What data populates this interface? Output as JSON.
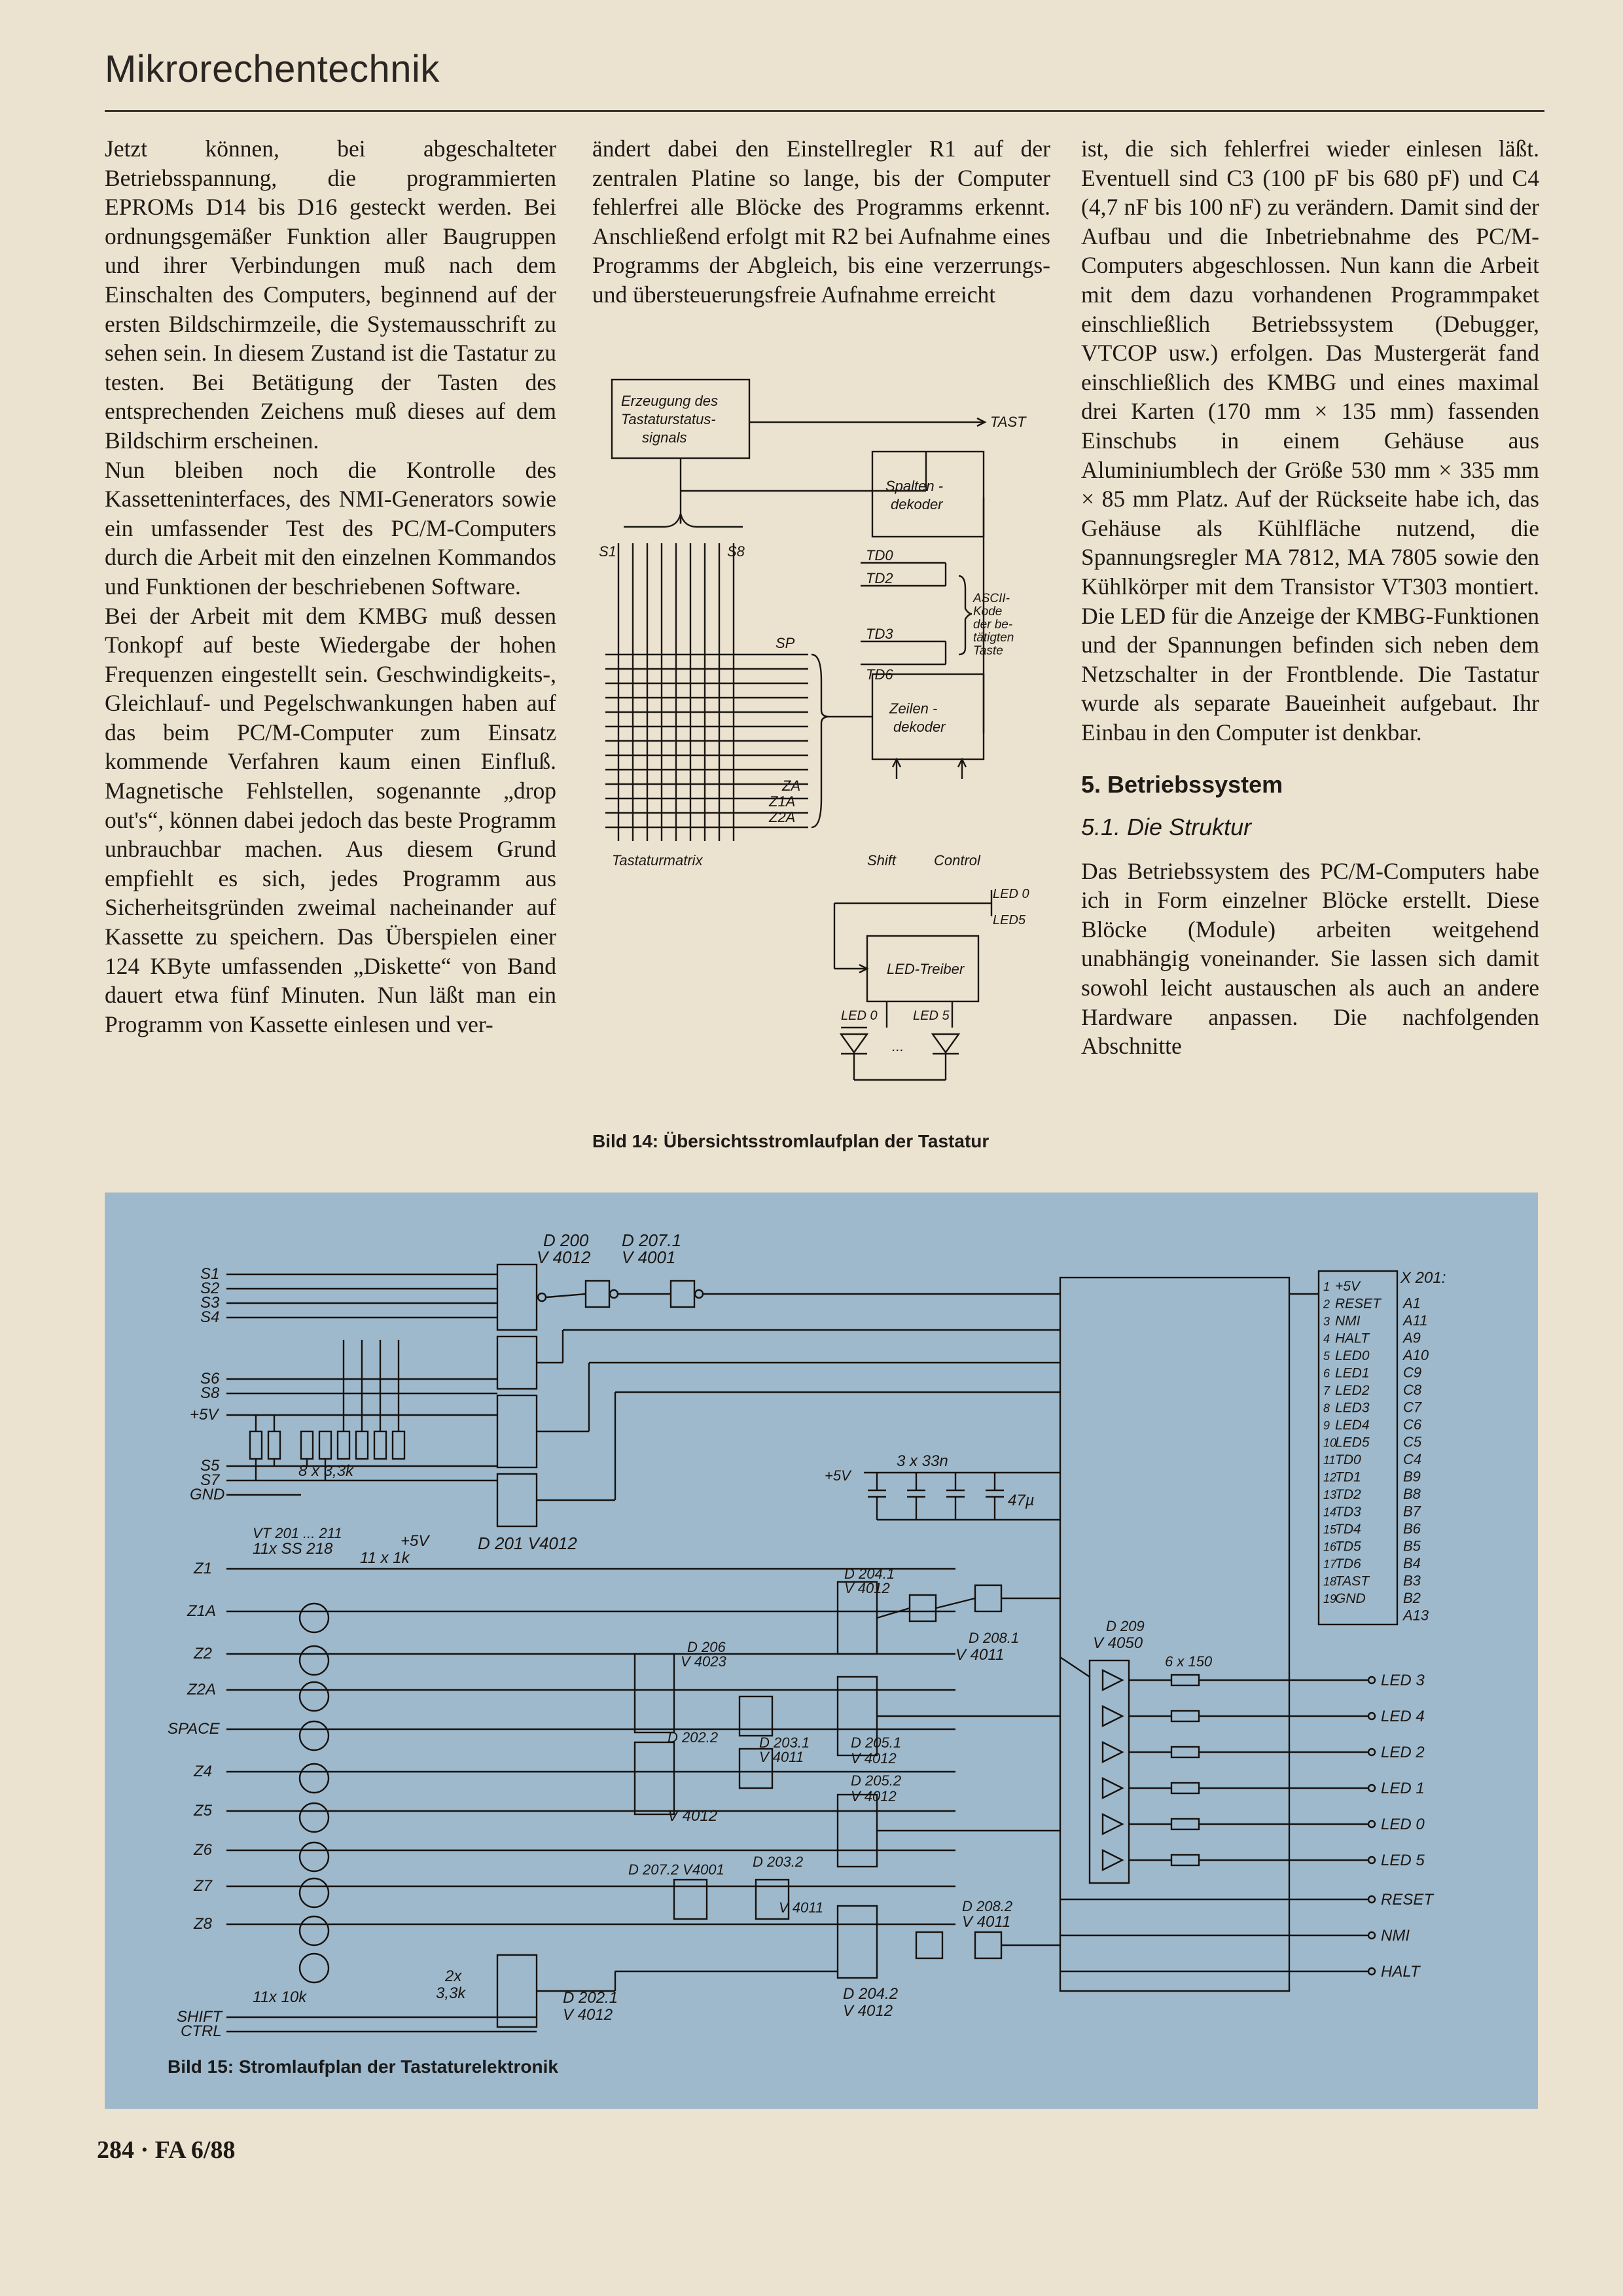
{
  "header": {
    "title": "Mikrorechentechnik"
  },
  "col1": {
    "p1": "Jetzt können, bei abgeschalteter Betriebsspannung, die programmierten EPROMs D14 bis D16 gesteckt werden. Bei ordnungsgemäßer Funktion aller Baugruppen und ihrer Verbindungen muß nach dem Einschalten des Computers, beginnend auf der ersten Bildschirmzeile, die Systemausschrift zu sehen sein. In diesem Zustand ist die Tastatur zu testen. Bei Betätigung der Tasten des entsprechenden Zeichens muß dieses auf dem Bildschirm erscheinen.",
    "p2": "Nun bleiben noch die Kontrolle des Kassetteninterfaces, des NMI-Generators sowie ein umfassender Test des PC/M-Computers durch die Arbeit mit den einzelnen Kommandos und Funktionen der beschriebenen Software.",
    "p3": "Bei der Arbeit mit dem KMBG muß dessen Tonkopf auf beste Wiedergabe der hohen Frequenzen eingestellt sein. Geschwindigkeits-, Gleichlauf- und Pegelschwankungen haben auf das beim PC/M-Computer zum Einsatz kommende Verfahren kaum einen Einfluß. Magnetische Fehlstellen, sogenannte „drop out's“, können dabei jedoch das beste Programm unbrauchbar machen. Aus diesem Grund empfiehlt es sich, jedes Programm aus Sicherheitsgründen zweimal nacheinander auf Kassette zu speichern. Das Überspielen einer 124 KByte umfassenden „Diskette“ von Band dauert etwa fünf Minuten. Nun läßt man ein Programm von Kassette einlesen und ver-"
  },
  "col2": {
    "p1": "ändert dabei den Einstellregler R1 auf der zentralen Platine so lange, bis der Computer fehlerfrei alle Blöcke des Programms erkennt. Anschließend erfolgt mit R2 bei Aufnahme eines Programms der Abgleich, bis eine verzerrungs- und übersteuerungsfreie Aufnahme erreicht"
  },
  "col3": {
    "p1": "ist, die sich fehlerfrei wieder einlesen läßt. Eventuell sind C3 (100 pF bis 680 pF) und C4 (4,7 nF bis 100 nF) zu verändern. Damit sind der Aufbau und die Inbetriebnahme des PC/M-Computers abgeschlossen. Nun kann die Arbeit mit dem dazu vorhandenen Programmpaket einschließlich Betriebssystem (Debugger, VTCOP usw.) erfolgen. Das Mustergerät fand einschließlich des KMBG und eines maximal drei Karten (170 mm × 135 mm) fassenden Einschubs in einem Gehäuse aus Aluminiumblech der Größe 530 mm × 335 mm × 85 mm Platz. Auf der Rückseite habe ich, das Gehäuse als Kühlfläche nutzend, die Spannungsregler MA 7812, MA 7805 sowie den Kühlkörper mit dem Transistor VT303 montiert. Die LED für die Anzeige der KMBG-Funktionen und der Spannungen befinden sich neben dem Netzschalter in der Frontblende. Die Tastatur wurde als separate Baueinheit aufgebaut. Ihr Einbau in den Computer ist denkbar.",
    "h5": "5.    Betriebssystem",
    "h51": "5.1.  Die Struktur",
    "p2": "Das Betriebssystem des PC/M-Computers habe ich in Form einzelner Blöcke erstellt. Diese Blöcke (Module) arbeiten weitgehend unabhängig voneinander. Sie lassen sich damit sowohl leicht austauschen als auch an andere Hardware anpassen. Die nachfolgenden Abschnitte"
  },
  "fig14": {
    "caption": "Bild 14: Übersichtsstromlaufplan der Tastatur",
    "box_status": [
      "Erzeugung des",
      "Tastaturstatus-",
      "signals"
    ],
    "tast": "TAST",
    "spalten": [
      "Spalten -",
      "dekoder"
    ],
    "zeilen": [
      "Zeilen -",
      "dekoder"
    ],
    "led_treiber": "LED-Treiber",
    "s1": "S1",
    "s8": "S8",
    "sp": "SP",
    "za": "ZA",
    "z1a": "Z1A",
    "z2a": "Z2A",
    "td0": "TD0",
    "td2": "TD2",
    "td3": "TD3",
    "td6": "TD6",
    "ascii": [
      "ASCII-",
      "Kode",
      "der be-",
      "tätigten",
      "Taste"
    ],
    "matrix": "Tastaturmatrix",
    "shift": "Shift",
    "control": "Control",
    "led0": "LED 0",
    "led5": "LED5",
    "led0b": "LED 0",
    "led5b": "LED 5",
    "dots": "..."
  },
  "fig15": {
    "caption": "Bild 15: Stromlaufplan der Tastaturelektronik",
    "d200": "D 200",
    "v4012_top": "V 4012",
    "d2071": "D 207.1",
    "v4001_top": "V 4001",
    "d201": "D 201  V4012",
    "inputs_s": [
      "S1",
      "S2",
      "S3",
      "S4",
      "S6",
      "S8",
      "+5V",
      "S5",
      "S7",
      "GND"
    ],
    "r8": "8 x 3,3k",
    "vt": "VT 201 ... 211",
    "ss218": "11x SS 218",
    "r11x1k": "11 x 1k",
    "p5v": "+5V",
    "inputs_z": [
      "Z1",
      "Z1A",
      "Z2",
      "Z2A",
      "SPACE",
      "Z4",
      "Z5",
      "Z6",
      "Z7",
      "Z8"
    ],
    "r11x10k": "11x 10k",
    "r2x": [
      "2x",
      "3,3k"
    ],
    "shift": "SHIFT",
    "ctrl": "CTRL",
    "caps": "3 x 33n",
    "cap47": "47µ",
    "p5v2": "+5V",
    "d2041": "D 204.1",
    "v4012_a": "V 4012",
    "d2081": "D 208.1",
    "v4011_a": "V 4011",
    "d206": "D 206",
    "v4023": "V 4023",
    "d2022": "D 202.2",
    "v4012_b": "V 4012",
    "d2031": "D 203.1",
    "v4011_b": "V 4011",
    "d2051": "D 205.1",
    "v4012_c": "V 4012",
    "d2052": "D 205.2",
    "v4012_d": "V 4012",
    "d2072": "D 207.2 V4001",
    "d2032": "D 203.2",
    "v4011_c": "V 4011",
    "d2082": "D 208.2",
    "v4011_d": "V 4011",
    "d2021": "D 202.1",
    "v4012_e": "V 4012",
    "d2042": "D 204.2",
    "v4012_f": "V 4012",
    "d209": "D 209",
    "v4050": "V 4050",
    "r6x150": "6 x 150",
    "x201": "X 201:",
    "connector": [
      [
        "1",
        "+5V",
        ""
      ],
      [
        "2",
        "RESET",
        "A1"
      ],
      [
        "3",
        "NMI",
        "A11"
      ],
      [
        "4",
        "HALT",
        "A9"
      ],
      [
        "5",
        "LED0",
        "A10"
      ],
      [
        "6",
        "LED1",
        "C9"
      ],
      [
        "7",
        "LED2",
        "C8"
      ],
      [
        "8",
        "LED3",
        "C7"
      ],
      [
        "9",
        "LED4",
        "C6"
      ],
      [
        "10",
        "LED5",
        "C5"
      ],
      [
        "11",
        "TD0",
        "C4"
      ],
      [
        "12",
        "TD1",
        "B9"
      ],
      [
        "13",
        "TD2",
        "B8"
      ],
      [
        "14",
        "TD3",
        "B7"
      ],
      [
        "15",
        "TD4",
        "B6"
      ],
      [
        "16",
        "TD5",
        "B5"
      ],
      [
        "17",
        "TD6",
        "B4"
      ],
      [
        "18",
        "TAST",
        "B3"
      ],
      [
        "19",
        "GND",
        "B2"
      ],
      [
        "",
        "",
        "A13"
      ]
    ],
    "outputs": [
      "LED 3",
      "LED 4",
      "LED 2",
      "LED 1",
      "LED 0",
      "LED 5",
      "RESET",
      "NMI",
      "HALT"
    ]
  },
  "footer": {
    "page": "284  ·  FA 6/88"
  }
}
